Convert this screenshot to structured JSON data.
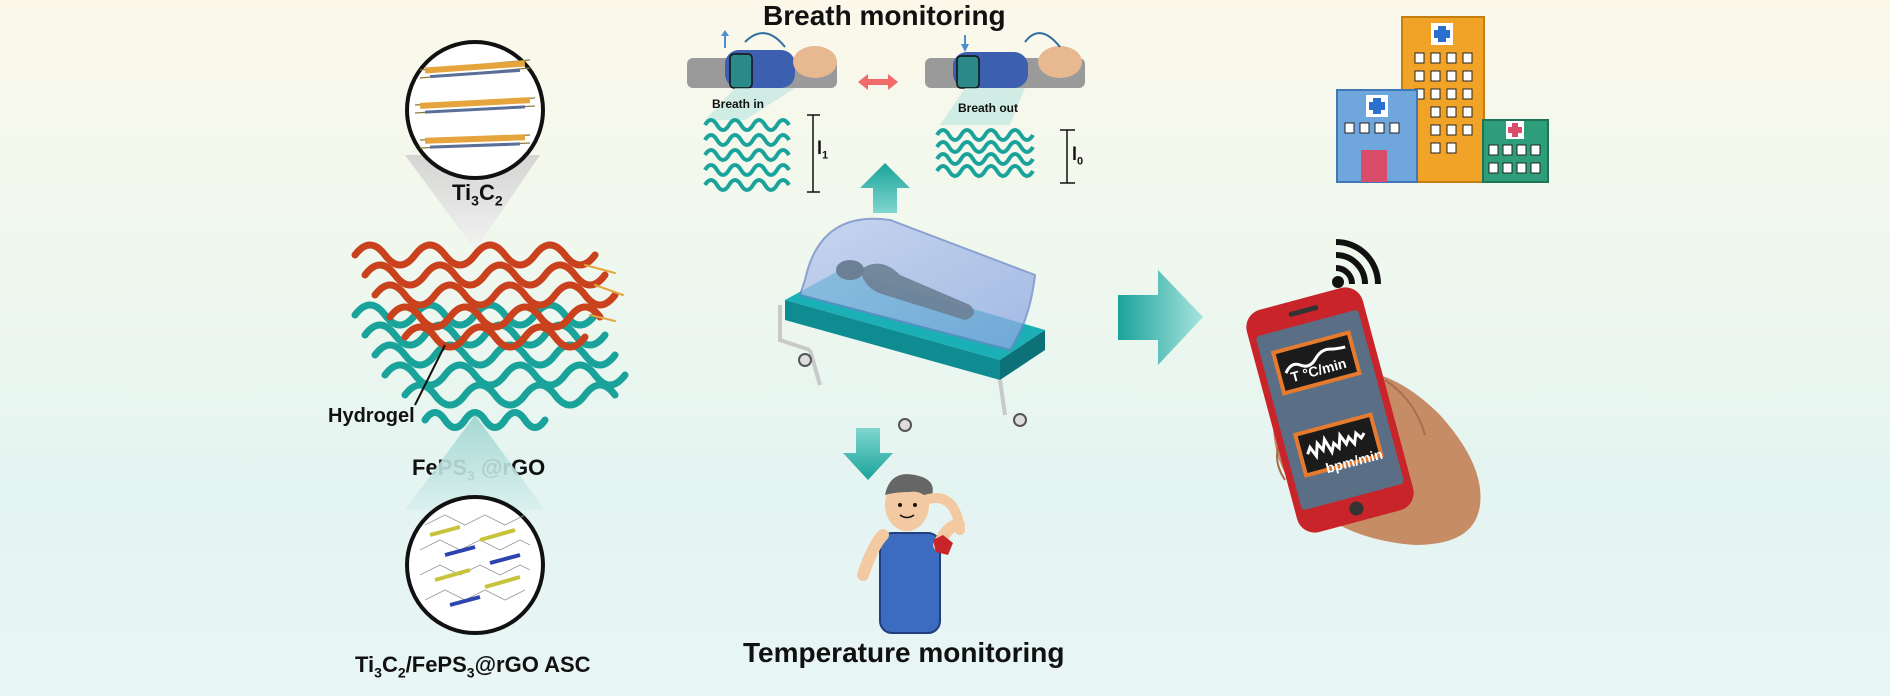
{
  "titles": {
    "breath": "Breath monitoring",
    "temperature": "Temperature monitoring"
  },
  "left": {
    "ti3c2": {
      "base": "Ti",
      "s1": "3",
      "mid": "C",
      "s2": "2"
    },
    "hydrogel": "Hydrogel",
    "feps3": {
      "base": "FePS",
      "s1": "3",
      "rest": " @rGO"
    },
    "asc": {
      "a": "Ti",
      "s1": "3",
      "b": "C",
      "s2": "2",
      "c": "/FePS",
      "s3": "3",
      "d": "@rGO ASC"
    }
  },
  "breath": {
    "in_label": "Breath in",
    "out_label": "Breath out",
    "l1": {
      "base": "l",
      "sub": "1"
    },
    "l0": {
      "base": "l",
      "sub": "0"
    }
  },
  "phone": {
    "temp_unit": "T °C/min",
    "heart_unit": "bpm/min"
  },
  "colors": {
    "teal": "#1aa39a",
    "orange_red": "#c9421d",
    "phone_red": "#c8242a",
    "screen_bg": "#5a6e86",
    "highlight": "#e67a2e"
  },
  "icons": [
    "hospital-icon",
    "wifi-signal-icon",
    "smartphone-icon",
    "hand-icon",
    "arrow-right-icon",
    "arrow-up-icon",
    "arrow-down-icon",
    "double-arrow-icon",
    "bed-icon",
    "person-icon"
  ]
}
